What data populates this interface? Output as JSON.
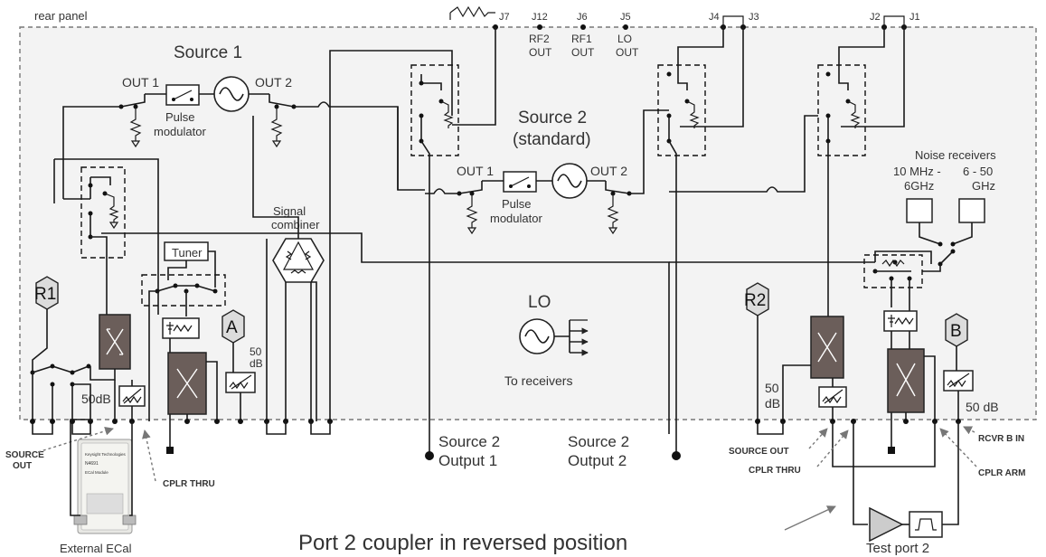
{
  "panel": {
    "label": "rear panel"
  },
  "jacks": {
    "j7": "J7",
    "j12": "J12",
    "j6": "J6",
    "j5": "J5",
    "j4": "J4",
    "j3": "J3",
    "j2": "J2",
    "j1": "J1"
  },
  "rear_outputs": {
    "rf2_line1": "RF2",
    "rf2_line2": "OUT",
    "rf1_line1": "RF1",
    "rf1_line2": "OUT",
    "lo_line1": "LO",
    "lo_line2": "OUT"
  },
  "source1": {
    "title": "Source 1",
    "out1": "OUT  1",
    "out2": "OUT  2",
    "pulse_line1": "Pulse",
    "pulse_line2": "modulator"
  },
  "source2": {
    "title_line1": "Source 2",
    "title_line2": "(standard)",
    "out1": "OUT  1",
    "out2": "OUT  2",
    "pulse_line1": "Pulse",
    "pulse_line2": "modulator"
  },
  "signal_combiner": {
    "line1": "Signal",
    "line2": "combiner"
  },
  "tuner": {
    "label": "Tuner"
  },
  "receivers": {
    "r1": "R1",
    "a": "A",
    "r2": "R2",
    "b": "B"
  },
  "attenuators": {
    "a_line1": "50",
    "a_line2": "dB",
    "r1": "50dB",
    "r2_line1": "50",
    "r2_line2": "dB",
    "b": "50 dB"
  },
  "lo": {
    "title": "LO",
    "caption": "To receivers"
  },
  "noise": {
    "title": "Noise receivers",
    "low_line1": "10 MHz -",
    "low_line2": "6GHz",
    "high_line1": "6 - 50",
    "high_line2": "GHz"
  },
  "source2_outputs": {
    "out1_line1": "Source 2",
    "out1_line2": "Output 1",
    "out2_line1": "Source 2",
    "out2_line2": "Output 2"
  },
  "front_labels": {
    "source_out_left_line1": "SOURCE",
    "source_out_left_line2": "OUT",
    "cplr_thru_left": "CPLR THRU",
    "source_out_right": "SOURCE  OUT",
    "cplr_thru_right": "CPLR THRU",
    "rcvr_b_in": "RCVR B IN",
    "cplr_arm": "CPLR ARM"
  },
  "captions": {
    "ecal": "External ECal",
    "port2": "Port 2 coupler in reversed position",
    "test_port": "Test port 2"
  },
  "ecal_device": {
    "line1": "Keysight Technologies",
    "line2": "N4691",
    "line3": "ECal Module"
  },
  "colors": {
    "panel_fill": "#f3f3f3",
    "coupler": "#6b5e5a",
    "receiver": "#dcdcdc"
  }
}
